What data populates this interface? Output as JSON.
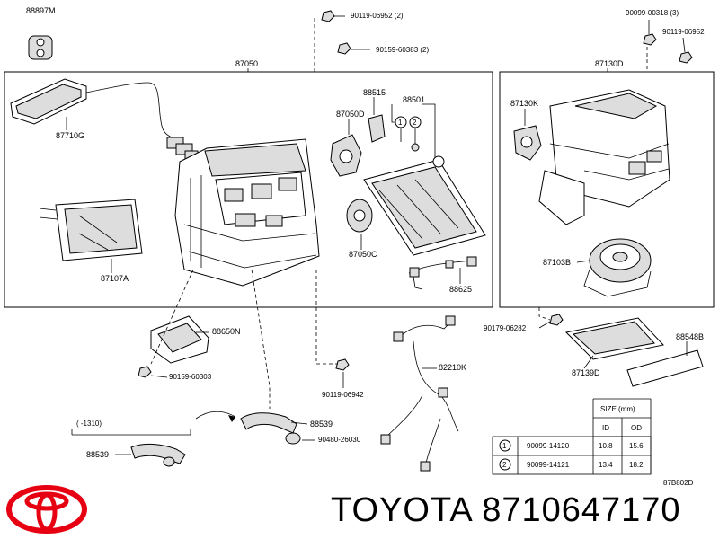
{
  "diagram": {
    "ref_code": "87B802D",
    "part_labels": {
      "p88897M": "88897M",
      "p90119_06952_2": "90119-06952 (2)",
      "p90159_60383_2": "90159-60383 (2)",
      "p90099_00318_3": "90099-00318 (3)",
      "p90119_06952_r": "90119-06952",
      "p87050": "87050",
      "p87130D": "87130D",
      "p87710G": "87710G",
      "p88515": "88515",
      "p88501": "88501",
      "p87050D": "87050D",
      "p87130K": "87130K",
      "p87107A": "87107A",
      "p87050C": "87050C",
      "p87103B": "87103B",
      "p88625": "88625",
      "p88650N": "88650N",
      "p90159_60303": "90159-60303",
      "p90179_06282": "90179-06282",
      "p88548B": "88548B",
      "p82210K": "82210K",
      "p87139D": "87139D",
      "p90119_06942": "90119-06942",
      "p1310": "(      -1310)",
      "p88539a": "88539",
      "p88539b": "88539",
      "p90480_26030": "90480-26030",
      "c1": "1",
      "c2": "2"
    },
    "size_table": {
      "header_size": "SIZE (mm)",
      "col_id": "ID",
      "col_od": "OD",
      "rows": [
        {
          "mark": "1",
          "part": "90099-14120",
          "id": "10.8",
          "od": "15.6"
        },
        {
          "mark": "2",
          "part": "90099-14121",
          "id": "13.4",
          "od": "18.2"
        }
      ]
    }
  },
  "footer": {
    "brand": "TOYOTA",
    "part_number": "8710647170",
    "logo_icon": "toyota-logo-icon"
  },
  "colors": {
    "line": "#000000",
    "background": "#ffffff",
    "logo_red": "#e60012"
  }
}
